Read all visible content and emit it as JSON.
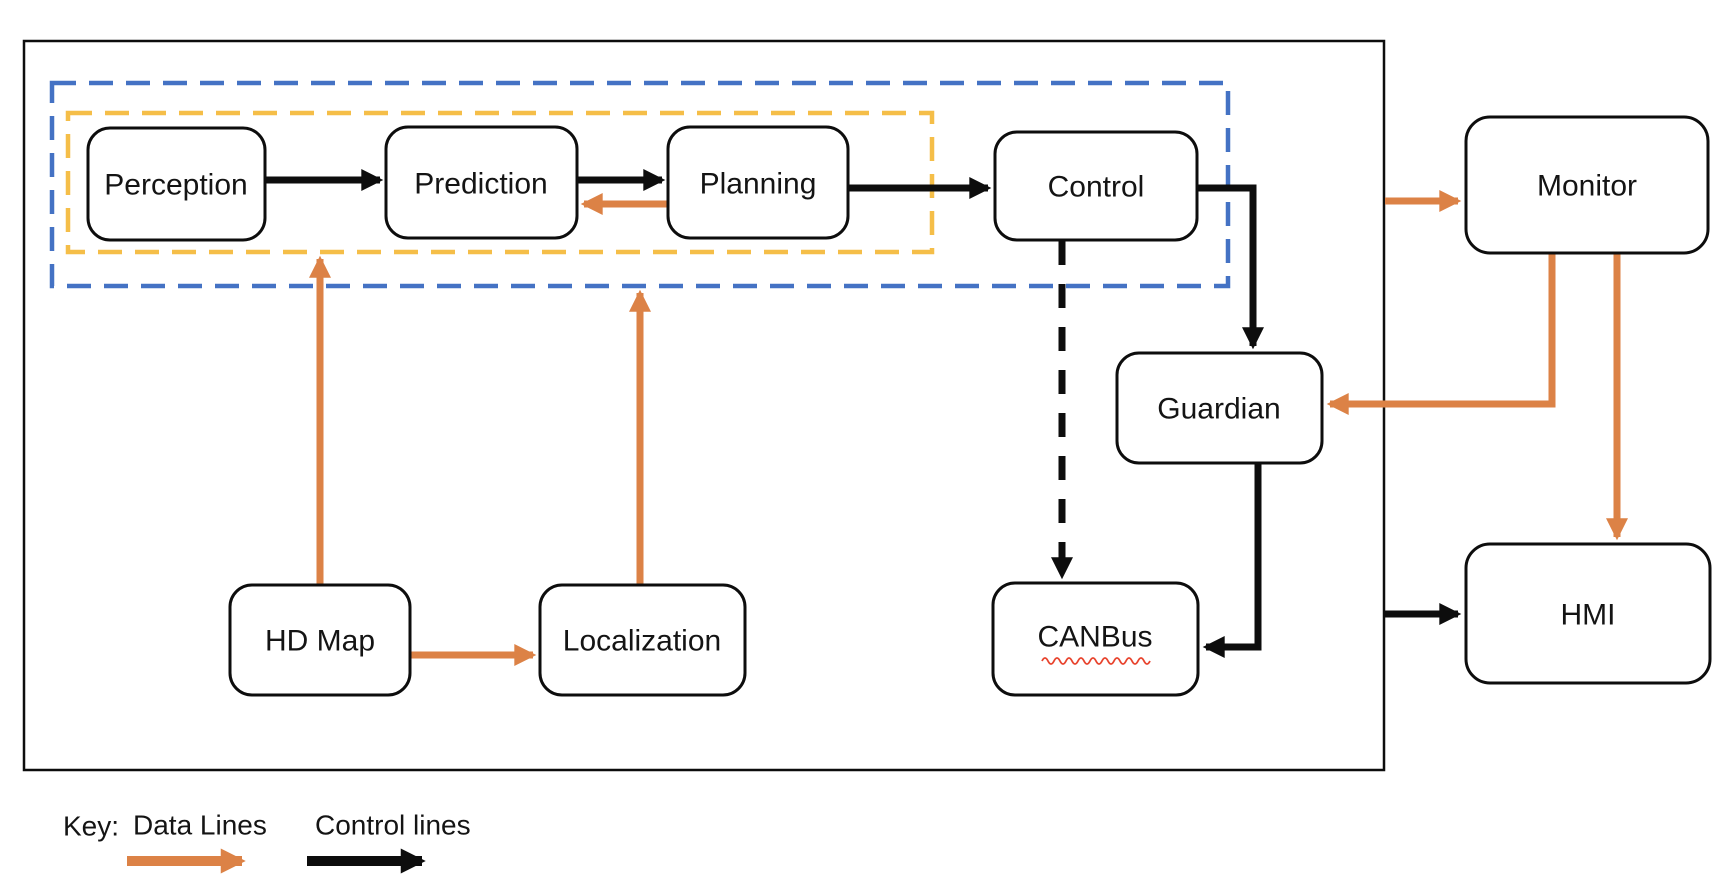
{
  "diagram": {
    "nodes": {
      "perception": {
        "label": "Perception"
      },
      "prediction": {
        "label": "Prediction"
      },
      "planning": {
        "label": "Planning"
      },
      "control": {
        "label": "Control"
      },
      "monitor": {
        "label": "Monitor"
      },
      "guardian": {
        "label": "Guardian"
      },
      "hdmap": {
        "label": "HD Map"
      },
      "localization": {
        "label": "Localization"
      },
      "canbus": {
        "label": "CANBus"
      },
      "hmi": {
        "label": "HMI"
      }
    },
    "boundaries": {
      "system_outline": {
        "style": "solid",
        "color": "#0d0d0d"
      },
      "blue_region": {
        "style": "dashed",
        "color": "#4472C4"
      },
      "yellow_region": {
        "style": "dashed",
        "color": "#F5BE48"
      }
    },
    "edges": [
      {
        "from": "Perception",
        "to": "Prediction",
        "type": "control",
        "style": "solid"
      },
      {
        "from": "Prediction",
        "to": "Planning",
        "type": "control",
        "style": "solid"
      },
      {
        "from": "Planning",
        "to": "Control",
        "type": "control",
        "style": "solid"
      },
      {
        "from": "Planning",
        "to": "Prediction",
        "type": "data",
        "style": "solid"
      },
      {
        "from": "Control",
        "to": "Guardian",
        "type": "control",
        "style": "solid"
      },
      {
        "from": "Control",
        "to": "CANBus",
        "type": "control",
        "style": "dashed"
      },
      {
        "from": "Guardian",
        "to": "CANBus",
        "type": "control",
        "style": "solid"
      },
      {
        "from": "HD Map",
        "to": "yellow_region",
        "type": "data",
        "style": "solid"
      },
      {
        "from": "HD Map",
        "to": "Localization",
        "type": "data",
        "style": "solid"
      },
      {
        "from": "Localization",
        "to": "blue_region",
        "type": "data",
        "style": "solid"
      },
      {
        "from": "system_outline",
        "to": "Monitor",
        "type": "data",
        "style": "solid"
      },
      {
        "from": "Monitor",
        "to": "Guardian",
        "type": "data",
        "style": "solid"
      },
      {
        "from": "Monitor",
        "to": "HMI",
        "type": "data",
        "style": "solid"
      },
      {
        "from": "system_outline",
        "to": "HMI",
        "type": "control",
        "style": "solid"
      }
    ],
    "colors": {
      "data_line": "#DC8246",
      "control_line": "#0d0d0d",
      "spellcheck_underline": "#E8442E"
    },
    "key": {
      "label": "Key:",
      "data_lines": "Data Lines",
      "control_lines": "Control lines"
    }
  }
}
